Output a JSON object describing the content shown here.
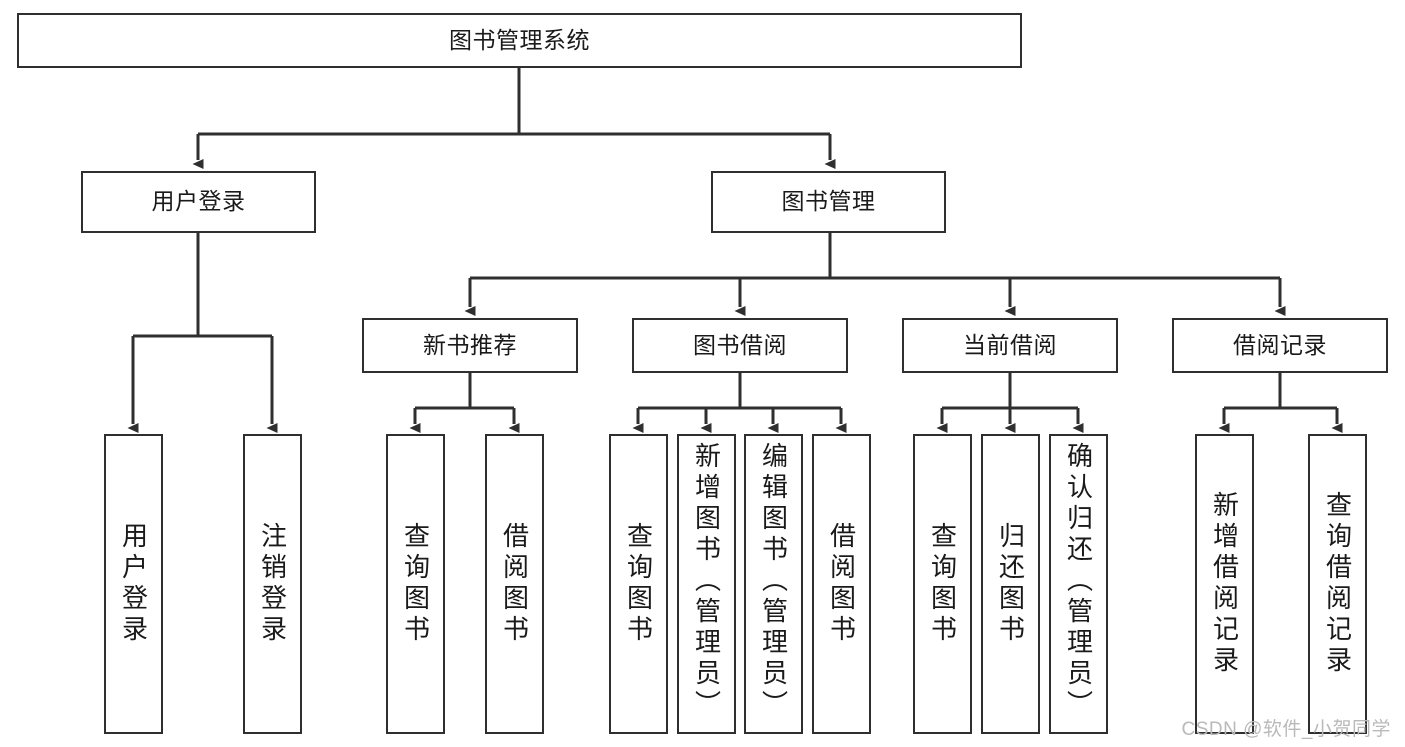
{
  "diagram": {
    "title": "图书管理系统",
    "type": "hierarchy-tree",
    "watermark": "CSDN @软件_小贺同学",
    "colors": {
      "stroke": "#2f2f2f",
      "fill": "#ffffff",
      "text": "#1a1a1a",
      "watermark": "#b9b9b9"
    },
    "levels": {
      "level1": [
        {
          "id": "root",
          "label": "图书管理系统"
        }
      ],
      "level2": [
        {
          "id": "user-login",
          "label": "用户登录"
        },
        {
          "id": "book-manage",
          "label": "图书管理"
        }
      ],
      "level3": [
        {
          "id": "new-book-rec",
          "label": "新书推荐"
        },
        {
          "id": "book-borrow",
          "label": "图书借阅"
        },
        {
          "id": "current-borrow",
          "label": "当前借阅"
        },
        {
          "id": "borrow-record",
          "label": "借阅记录"
        }
      ],
      "level4": [
        {
          "id": "leaf-user-login",
          "label": "用户登录",
          "parent": "user-login"
        },
        {
          "id": "leaf-logout",
          "label": "注销登录",
          "parent": "user-login"
        },
        {
          "id": "leaf-query-book-1",
          "label": "查询图书",
          "parent": "new-book-rec"
        },
        {
          "id": "leaf-borrow-book-1",
          "label": "借阅图书",
          "parent": "new-book-rec"
        },
        {
          "id": "leaf-query-book-2",
          "label": "查询图书",
          "parent": "book-borrow"
        },
        {
          "id": "leaf-add-book",
          "label": "新增图书（管理员）",
          "parent": "book-borrow"
        },
        {
          "id": "leaf-edit-book",
          "label": "编辑图书（管理员）",
          "parent": "book-borrow"
        },
        {
          "id": "leaf-borrow-book-2",
          "label": "借阅图书",
          "parent": "book-borrow"
        },
        {
          "id": "leaf-query-book-3",
          "label": "查询图书",
          "parent": "current-borrow"
        },
        {
          "id": "leaf-return-book",
          "label": "归还图书",
          "parent": "current-borrow"
        },
        {
          "id": "leaf-confirm-return",
          "label": "确认归还（管理员）",
          "parent": "current-borrow"
        },
        {
          "id": "leaf-add-record",
          "label": "新增借阅记录",
          "parent": "borrow-record"
        },
        {
          "id": "leaf-query-record",
          "label": "查询借阅记录",
          "parent": "borrow-record"
        }
      ]
    }
  }
}
